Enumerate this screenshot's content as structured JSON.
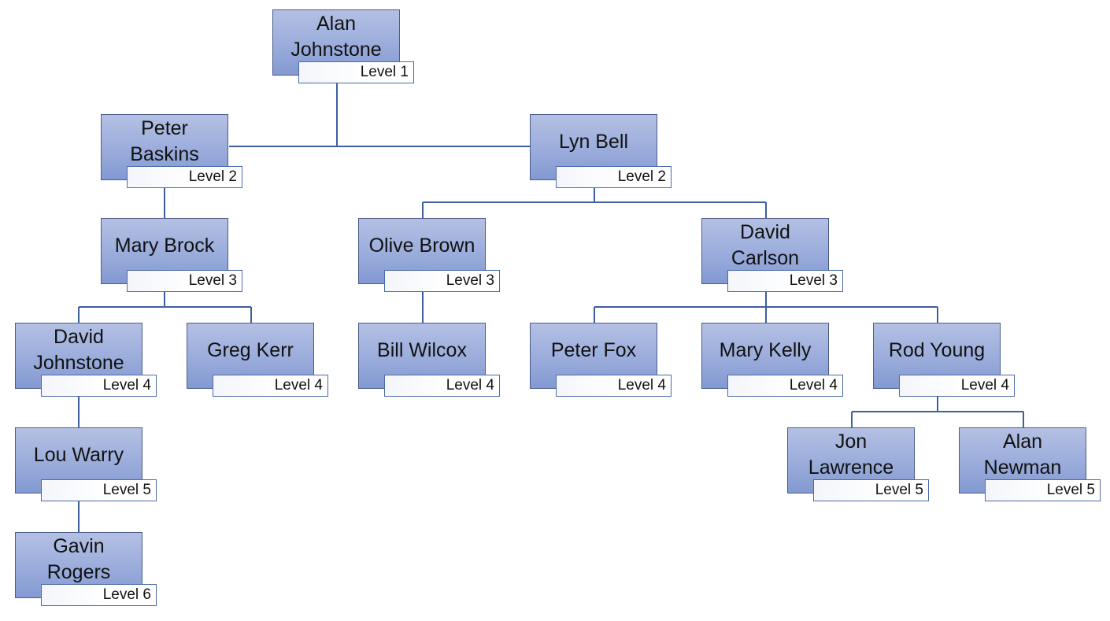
{
  "org_chart": {
    "nodes": [
      {
        "id": "n1",
        "name": "Alan Johnstone",
        "level": "Level 1",
        "parent": null
      },
      {
        "id": "n2",
        "name": "Peter Baskins",
        "level": "Level 2",
        "parent": "n1"
      },
      {
        "id": "n3",
        "name": "Lyn Bell",
        "level": "Level 2",
        "parent": "n1"
      },
      {
        "id": "n4",
        "name": "Mary Brock",
        "level": "Level 3",
        "parent": "n2"
      },
      {
        "id": "n5",
        "name": "Olive Brown",
        "level": "Level 3",
        "parent": "n3"
      },
      {
        "id": "n6",
        "name": "David Carlson",
        "level": "Level 3",
        "parent": "n3"
      },
      {
        "id": "n7",
        "name": "David Johnstone",
        "level": "Level 4",
        "parent": "n4"
      },
      {
        "id": "n8",
        "name": "Greg Kerr",
        "level": "Level 4",
        "parent": "n4"
      },
      {
        "id": "n9",
        "name": "Bill Wilcox",
        "level": "Level 4",
        "parent": "n5"
      },
      {
        "id": "n10",
        "name": "Peter Fox",
        "level": "Level 4",
        "parent": "n6"
      },
      {
        "id": "n11",
        "name": "Mary Kelly",
        "level": "Level 4",
        "parent": "n6"
      },
      {
        "id": "n12",
        "name": "Rod Young",
        "level": "Level 4",
        "parent": "n6"
      },
      {
        "id": "n13",
        "name": "Lou Warry",
        "level": "Level 5",
        "parent": "n7"
      },
      {
        "id": "n14",
        "name": "Jon Lawrence",
        "level": "Level 5",
        "parent": "n12"
      },
      {
        "id": "n15",
        "name": "Alan Newman",
        "level": "Level 5",
        "parent": "n12"
      },
      {
        "id": "n16",
        "name": "Gavin Rogers",
        "level": "Level 6",
        "parent": "n13"
      }
    ]
  }
}
